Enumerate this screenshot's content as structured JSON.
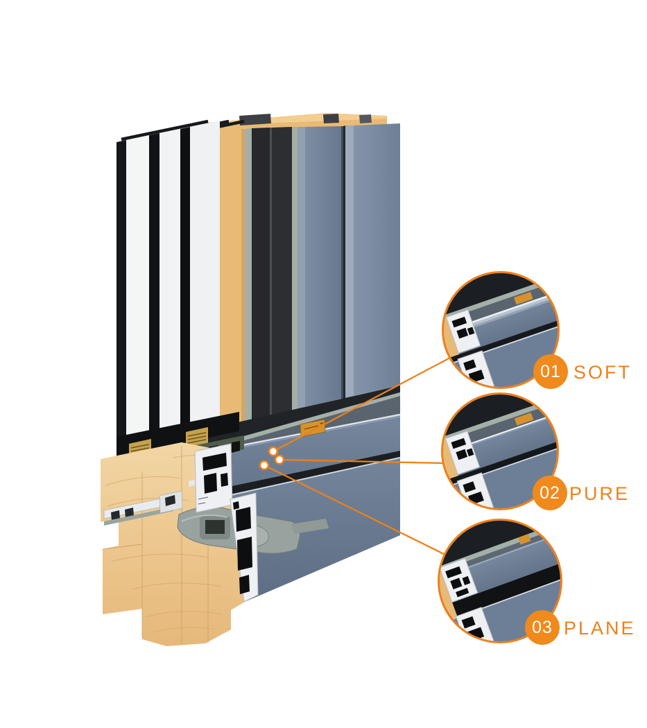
{
  "colors": {
    "accent-orange": "#ef8018",
    "badge-orange": "#f08a1c",
    "badge-text": "#ffffff",
    "aluminum": "#74859b",
    "aluminum-light": "#9dabbd",
    "aluminum-dark": "#5a6878",
    "wood": "#e9ba75",
    "wood-cut": "#f0cf9b",
    "sage": "#a4b0a7",
    "charcoal": "#26282c",
    "glass-white": "#f4f5f5",
    "cut-white": "#eef0f3",
    "gasket-gray": "#98a39f",
    "label-gold": "#d6922f"
  },
  "callouts": [
    {
      "number": "01",
      "label": "SOFT"
    },
    {
      "number": "02",
      "label": "PURE"
    },
    {
      "number": "03",
      "label": "PLANE"
    }
  ]
}
